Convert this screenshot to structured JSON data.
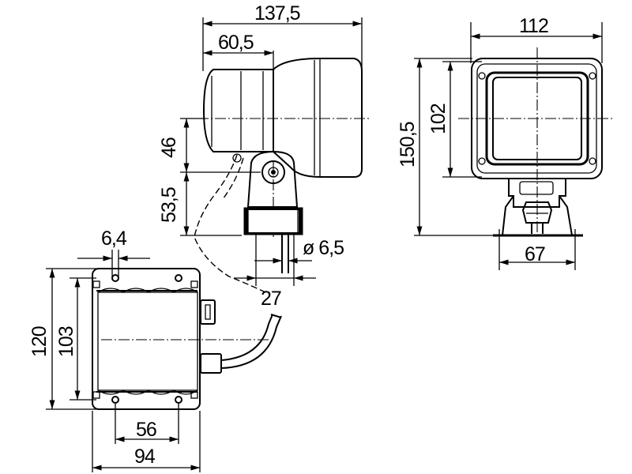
{
  "dimensions": {
    "side_view": {
      "overall_length": "137,5",
      "head_length": "60,5",
      "upper_height": "46",
      "lower_height": "53,5",
      "bolt_diameter": "ø 6,5",
      "base_width": "27"
    },
    "front_view": {
      "width": "112",
      "lens_height": "102",
      "overall_height": "150,5",
      "base_width": "67"
    },
    "ballast_view": {
      "hole_offset": "6,4",
      "outer_height": "120",
      "inner_height": "103",
      "hole_spacing": "56",
      "width": "94"
    }
  }
}
